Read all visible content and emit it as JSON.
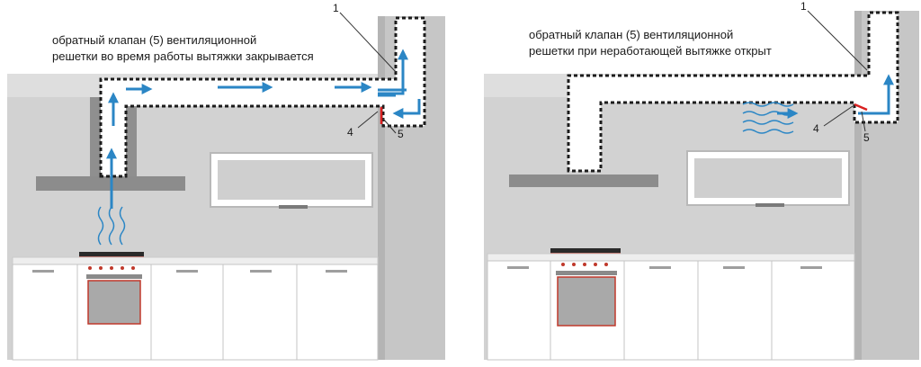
{
  "panels": [
    {
      "caption_line1": "обратный клапан (5) вентиляционной",
      "caption_line2": "решетки  во время работы вытяжки закрывается",
      "label_1": "1",
      "label_4": "4",
      "label_5": "5",
      "hood_state": "on",
      "valve_state": "closed"
    },
    {
      "caption_line1": "обратный клапан (5) вентиляционной",
      "caption_line2": "решетки  при неработающей вытяжке открыт",
      "label_1": "1",
      "label_4": "4",
      "label_5": "5",
      "hood_state": "off",
      "valve_state": "open"
    }
  ],
  "colors": {
    "wall": "#d5d5d5",
    "wall_dark": "#9a9a9a",
    "ceiling_band": "#dedede",
    "duct_fill": "#ffffff",
    "duct_border": "#1c1c1c",
    "arrow": "#2b86c5",
    "valve": "#d92020",
    "cabinet": "#ffffff",
    "cabinet_edge": "#b8b8b8",
    "oven_glass": "#a9a9a9",
    "oven_accent": "#c0392b"
  },
  "icons": [
    "airflow-arrow-icon",
    "steam-wave-icon",
    "hood-icon",
    "stove-icon",
    "oven-icon"
  ]
}
